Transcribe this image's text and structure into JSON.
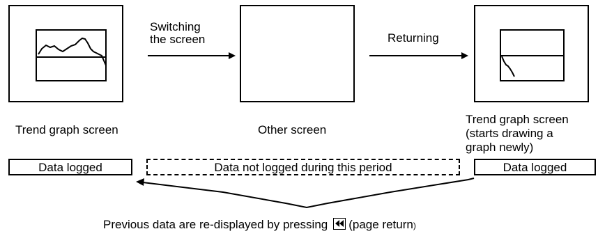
{
  "labels": {
    "trend_screen_left": "Trend graph screen",
    "other_screen": "Other screen",
    "trend_screen_right_lines": [
      "Trend graph screen",
      "(starts drawing a",
      "graph newly)"
    ]
  },
  "arrows": {
    "switching_lines": [
      "Switching",
      "the screen"
    ],
    "returning": "Returning"
  },
  "log_status": {
    "left": "Data logged",
    "middle": "Data not logged during this period",
    "right": "Data logged"
  },
  "footer": {
    "text": "Previous data are re-displayed by pressing",
    "key_icon": "page-return-icon",
    "key_caption_open": "(page return",
    "key_caption_close": ")"
  }
}
